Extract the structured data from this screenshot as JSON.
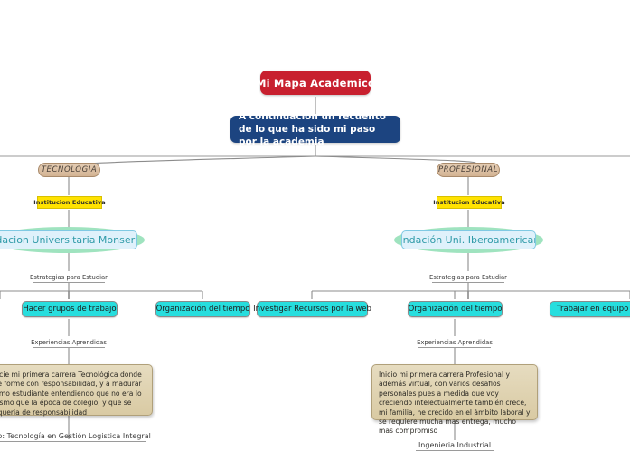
{
  "map": {
    "root": {
      "label": "Mi Mapa Academico",
      "color": "#c8202f"
    },
    "subtitle": {
      "label": "A continuacion un recuento de lo que ha sido mi paso por la academia",
      "color": "#1c4480"
    },
    "branches": [
      {
        "id": "tecnologia",
        "pill": "TECNOLOGIA",
        "institution_label": "Institucion Educativa",
        "institution": "Fundacion Universitaria Monserrate",
        "strategies_caption": "Estrategias para Estudiar",
        "strategies": [
          "Hacer grupos de trabajo",
          "Organización del tiempo"
        ],
        "experiences_caption": "Experiencias Aprendidas",
        "experience": "Inicie mi primera carrera Tecnológica donde me forme con responsabilidad, y a madurar como estudiante entendiendo que no era lo mismo que la época de colegio, y que se requeria de responsabilidad",
        "degree": "Titulo: Tecnología en Gestión Logistica Integral"
      },
      {
        "id": "profesional",
        "pill": "PROFESIONAL",
        "institution_label": "Institucion Educativa",
        "institution": "Fundación Uni. Iberoamericana",
        "strategies_caption": "Estrategias para Estudiar",
        "strategies": [
          "Investigar Recursos por la web",
          "Organización del tiempo",
          "Trabajar en equipo por do"
        ],
        "experiences_caption": "Experiencias Aprendidas",
        "experience": "Inicio mi primera carrera Profesional y además virtual, con varios desafios personales pues a medida que voy creciendo intelectualmente también crece, mi familia, he crecido en el ámbito laboral y se requiere mucha mas entrega, mucho mas compromiso",
        "degree": "Ingenieria Industrial"
      }
    ],
    "colors": {
      "root": "#c8202f",
      "subtitle": "#1c4480",
      "pill": "#d3b393",
      "yellow": "#ffe200",
      "green": "#9fe3bf",
      "cyan": "#27dede",
      "paragraph": "#ddd0ab",
      "wire": "#8c8c8c"
    }
  }
}
